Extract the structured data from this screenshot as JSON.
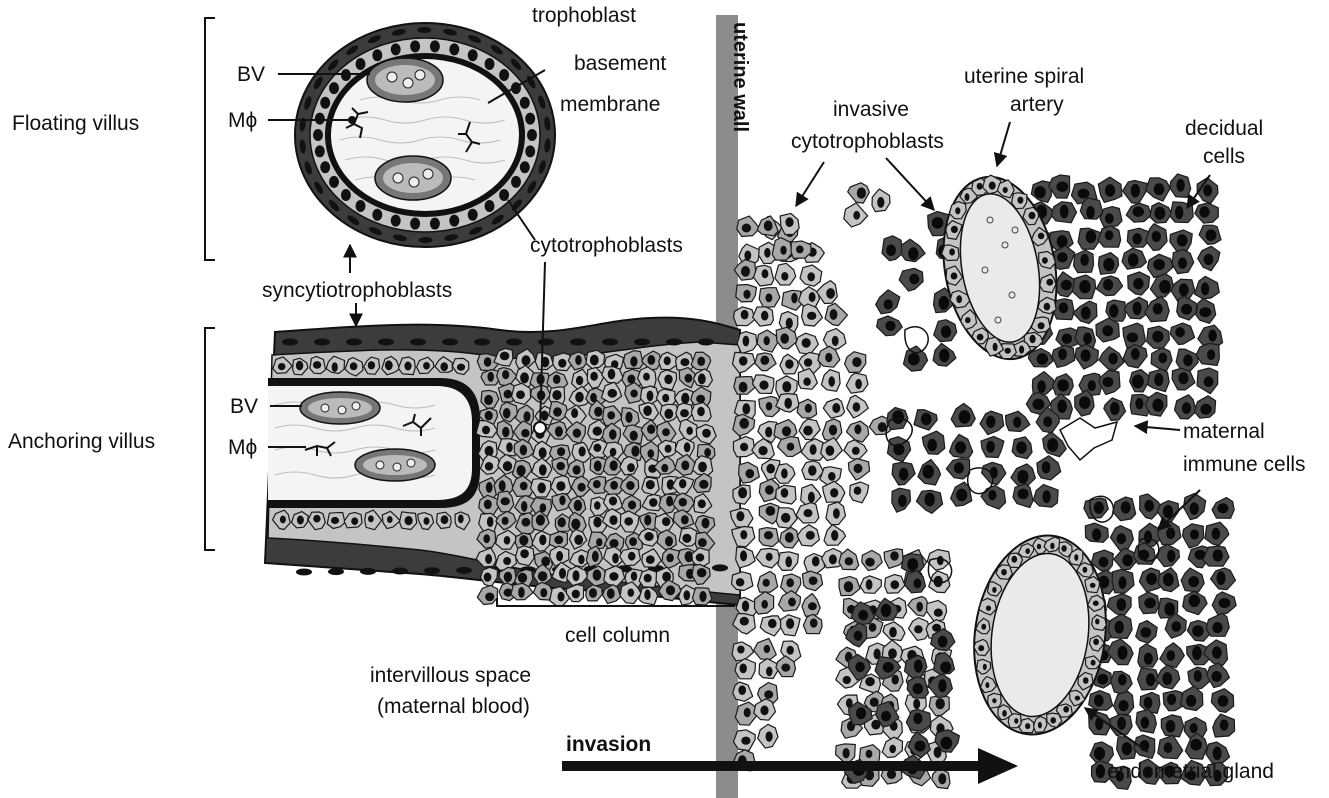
{
  "labels": {
    "floating_villus": "Floating villus",
    "anchoring_villus": "Anchoring villus",
    "bv_top": "BV",
    "mphi_top": "Mϕ",
    "bv_bottom": "BV",
    "mphi_bottom": "Mϕ",
    "trophoblast_1": "trophoblast",
    "trophoblast_2": "basement",
    "trophoblast_3": "membrane",
    "cytotrophoblasts": "cytotrophoblasts",
    "syncytiotrophoblasts": "syncytiotrophoblasts",
    "uterine_wall": "uterine wall",
    "invasive_1": "invasive",
    "invasive_2": "cytotrophoblasts",
    "spiral_1": "uterine spiral",
    "spiral_2": "artery",
    "decidual_1": "decidual",
    "decidual_2": "cells",
    "immune_1": "maternal",
    "immune_2": "immune cells",
    "cell_column": "cell column",
    "intervillous_1": "intervillous space",
    "intervillous_2": "(maternal blood)",
    "invasion": "invasion",
    "endometrial_gland": "endometrial gland"
  },
  "colors": {
    "syncytio": "#3c3c3c",
    "cyto_light": "#c4c4c4",
    "cyto_mid": "#a8a8a8",
    "decidual": "#4a4a4a",
    "nucleus": "#111111",
    "vessel_fill": "#e8e8e8",
    "wall": "#8c8c8c",
    "outline": "#1a1a1a"
  }
}
